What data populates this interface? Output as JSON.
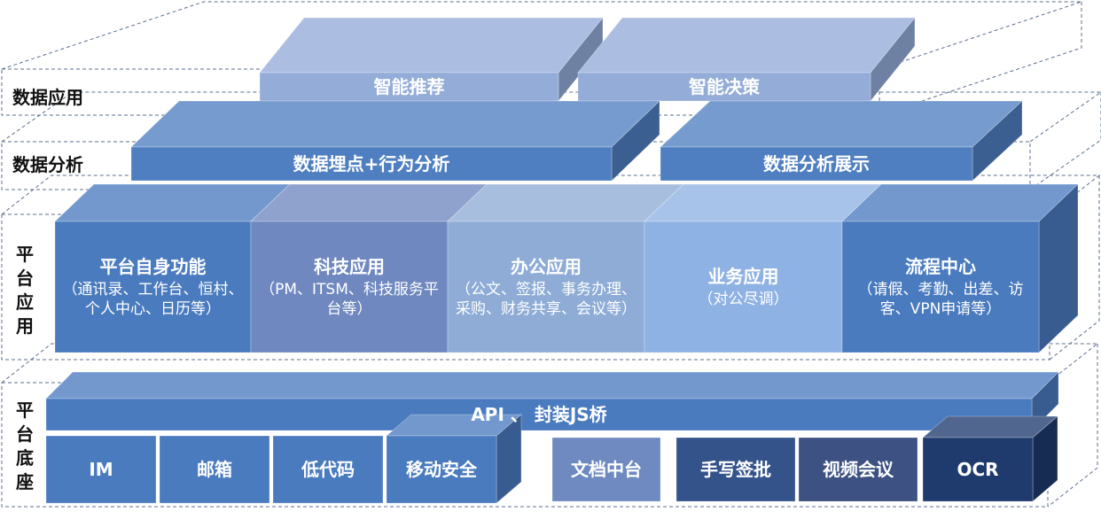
{
  "layers": {
    "data_app": "数据应用",
    "data_analysis": "数据分析",
    "platform_app": "平台应用",
    "platform_base": "平台底座"
  },
  "data_app_blocks": [
    "智能推荐",
    "智能决策"
  ],
  "data_analysis_blocks": [
    "数据埋点+行为分析",
    "数据分析展示"
  ],
  "platform_apps": [
    {
      "title": "平台自身功能",
      "desc": "（通讯录、工作台、恒村、个人中心、日历等）"
    },
    {
      "title": "科技应用",
      "desc": "（PM、ITSM、科技服务平台等）"
    },
    {
      "title": "办公应用",
      "desc": "（公文、签报、事务办理、采购、财务共享、会议等）"
    },
    {
      "title": "业务应用",
      "desc": "（对公尽调）"
    },
    {
      "title": "流程中心",
      "desc": "（请假、考勤、出差、访客、VPN申请等）"
    }
  ],
  "api_bar": "API 、 封装JS桥",
  "base_left": [
    "IM",
    "邮箱",
    "低代码",
    "移动安全"
  ],
  "base_right": [
    "文档中台",
    "手写签批",
    "视频会议",
    "OCR"
  ],
  "colors": {
    "data_app_front": "#93acd8",
    "data_analysis_front": "#4f7fc1",
    "app_self": "#4a7bbf",
    "app_tech": "#6f88bf",
    "app_office": "#8eacd6",
    "app_business": "#8fb2e4",
    "app_flow": "#4a7bbf",
    "base_left": "#4a7bbf",
    "doc_center": "#6e8ac0",
    "handwrite": "#34538a",
    "video": "#3d5282",
    "ocr": "#1f3b6e"
  }
}
